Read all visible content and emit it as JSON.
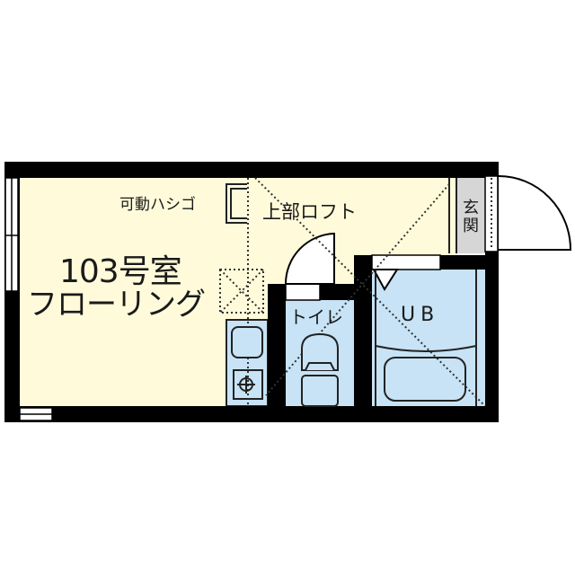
{
  "floor_plan": {
    "unit": {
      "room_number": "103号室",
      "room_type": "フローリング"
    },
    "labels": {
      "ladder": "可動ハシゴ",
      "loft": "上部ロフト",
      "toilet": "トイレ",
      "unit_bath": "UB",
      "entrance": "玄関"
    },
    "colors": {
      "wall": "#000000",
      "floor_main": "#FFFBDA",
      "wet_area": "#C7E3F5",
      "entrance": "#D6D6D6",
      "line": "#222222"
    }
  }
}
